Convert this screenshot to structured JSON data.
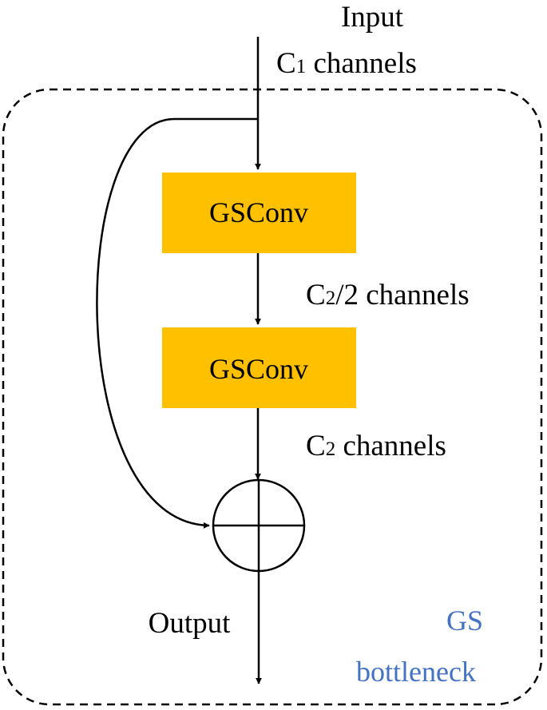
{
  "input": {
    "label": "Input",
    "channel_prefix": "C",
    "channel_sub": "1",
    "channel_suffix": " channels"
  },
  "blocks": [
    {
      "label": "GSConv"
    },
    {
      "label": "GSConv"
    }
  ],
  "mid_channels": {
    "prefix": "C",
    "sub": "2",
    "suffix": "/2 channels"
  },
  "out_channels": {
    "prefix": "C",
    "sub": "2",
    "suffix": " channels"
  },
  "output": {
    "label": "Output"
  },
  "group": {
    "line1": "GS",
    "line2": "bottleneck"
  },
  "colors": {
    "block_fill": "#FFC000",
    "group_label": "#4472C4",
    "stroke": "#000000"
  },
  "icons": {
    "sum": "circle-plus-icon"
  }
}
